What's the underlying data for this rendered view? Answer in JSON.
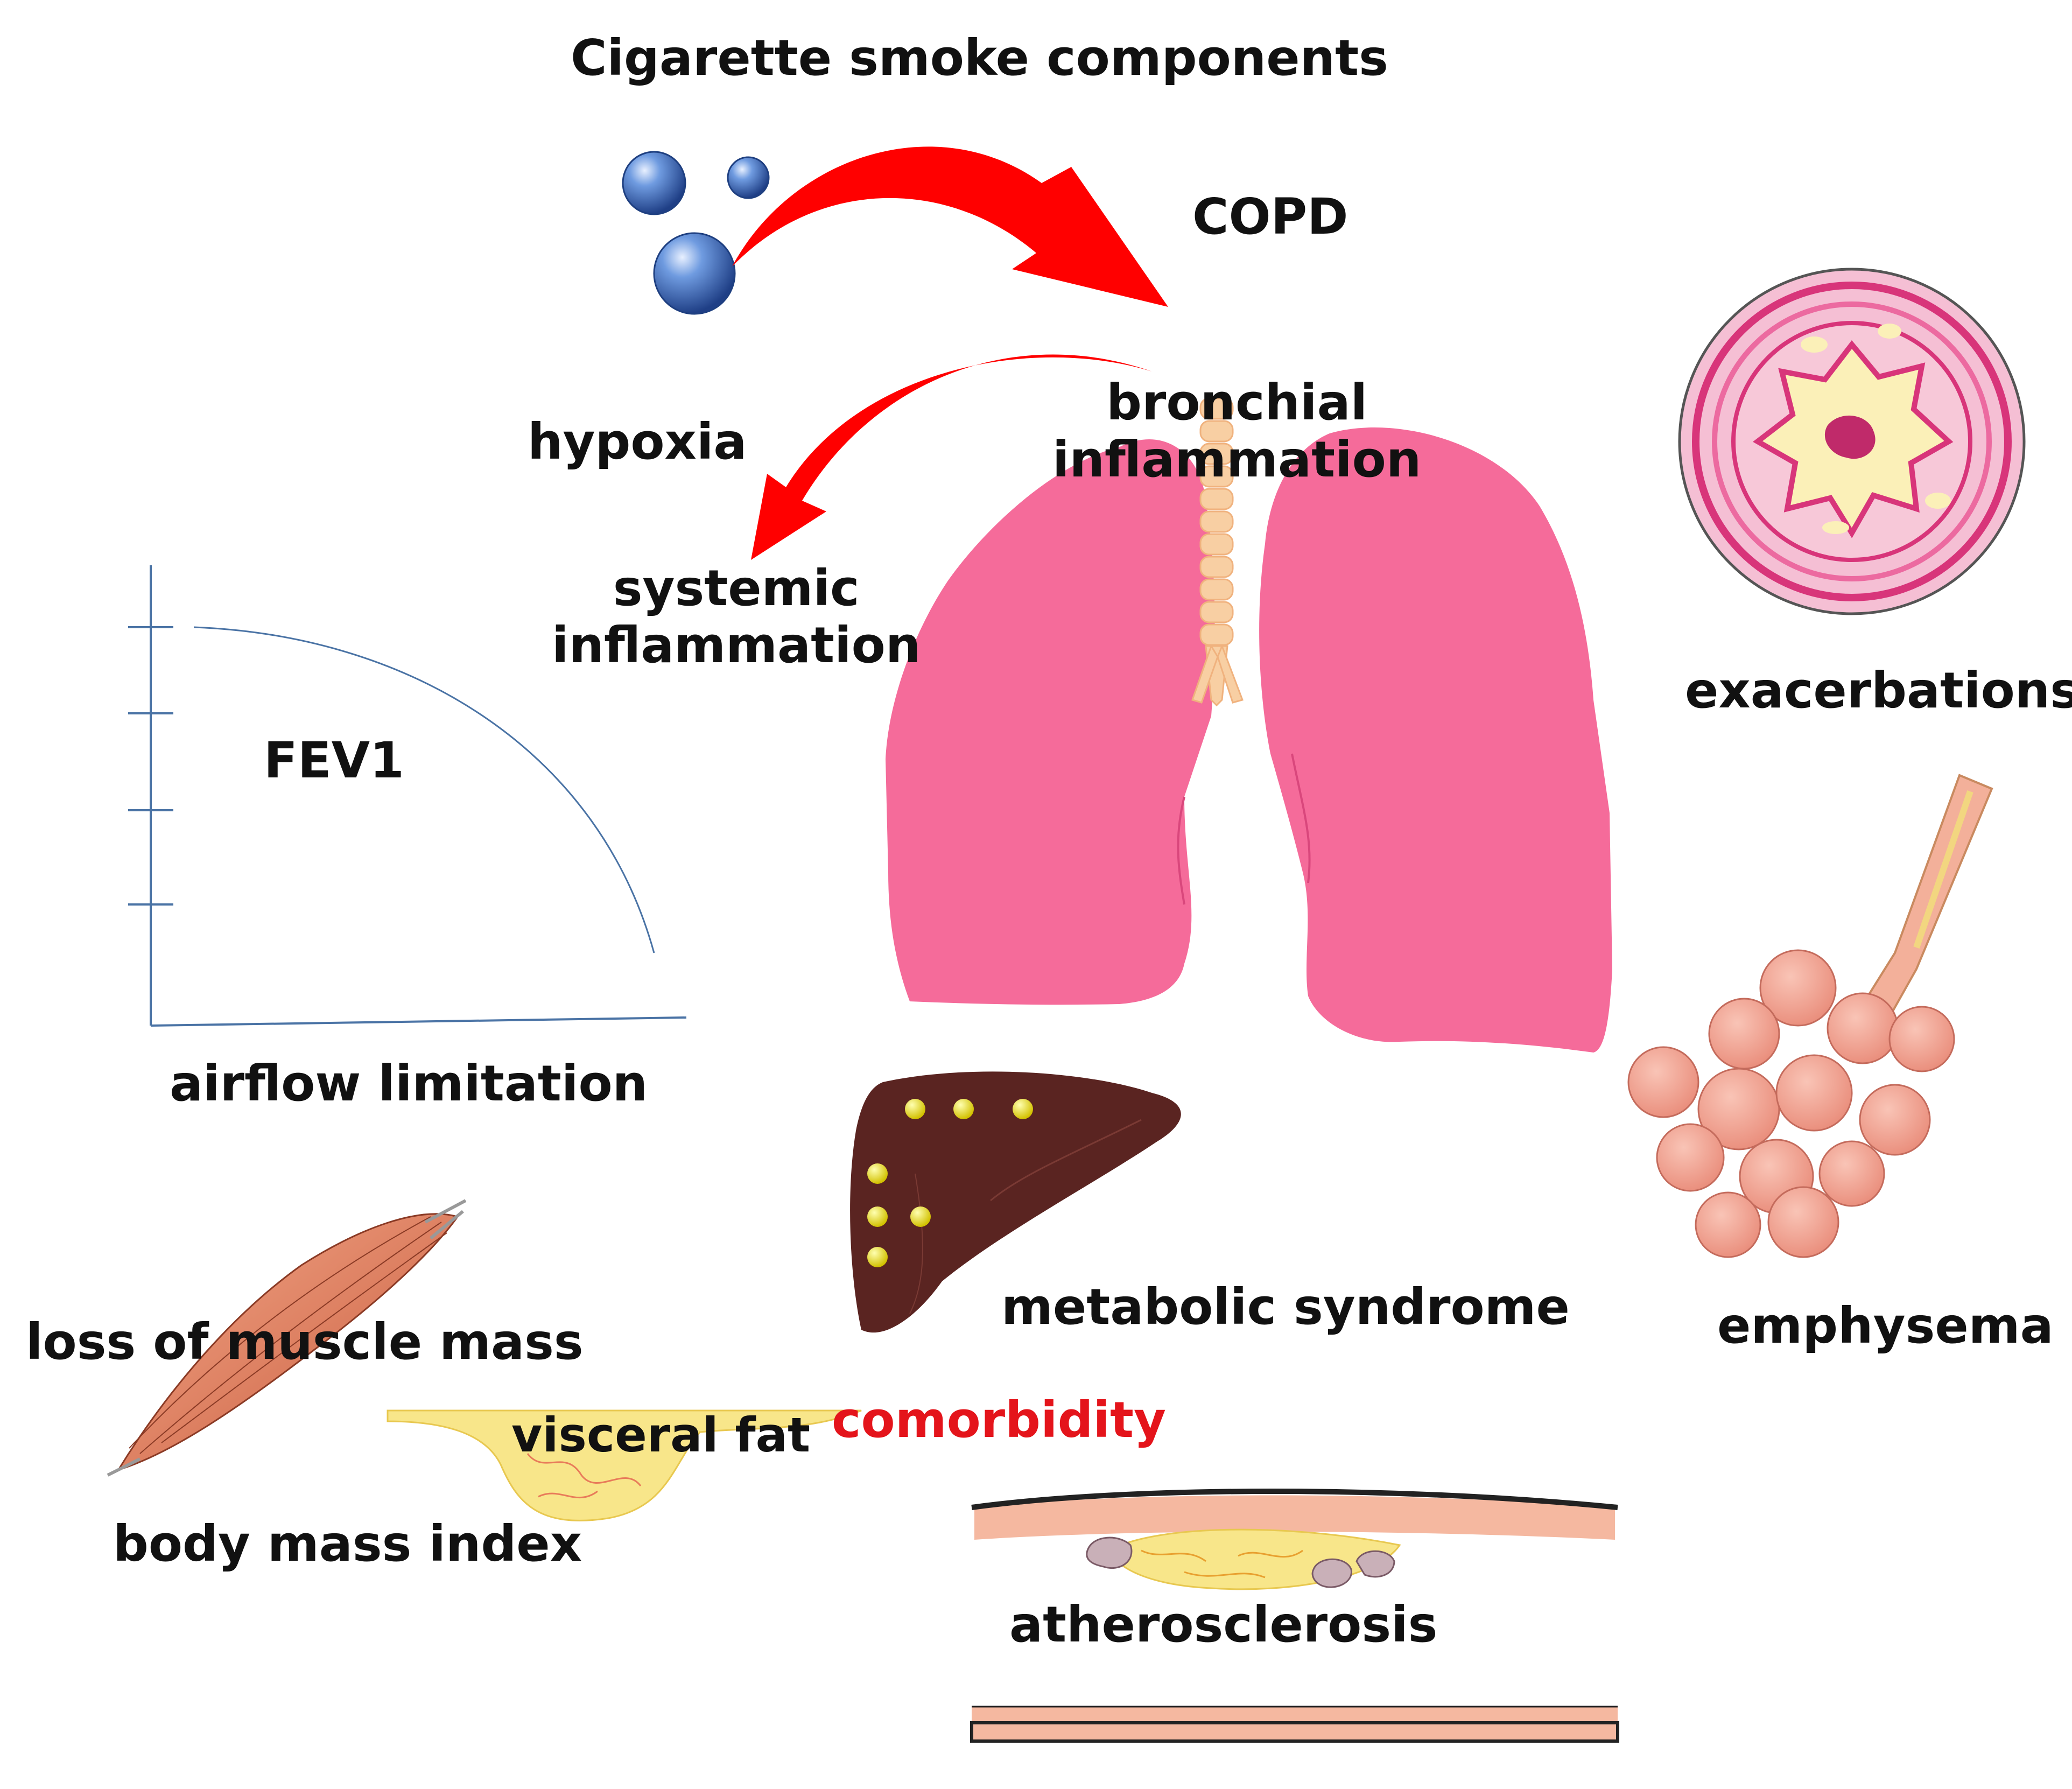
{
  "labels": {
    "title": "Cigarette smoke components",
    "copd": "COPD",
    "bronchial_line1": "bronchial",
    "bronchial_line2": "inflammation",
    "hypoxia": "hypoxia",
    "systemic_line1": "systemic",
    "systemic_line2": "inflammation",
    "fev1": "FEV1",
    "airflow": "airflow limitation",
    "exacerbations": "exacerbations",
    "emphysema": "emphysema",
    "metabolic": "metabolic syndrome",
    "muscle": "loss of muscle mass",
    "visceral": "visceral fat",
    "comorbidity": "comorbidity",
    "bmi": "body mass index",
    "athero": "atherosclerosis"
  },
  "colors": {
    "arrow": "#ff0000",
    "lung": "#f56b9a",
    "trachea": "#f8cfa3",
    "liver": "#5a2421",
    "fat": "#f8e68a",
    "comorbidity_text": "#e4141b",
    "bubble": "#3f6fb6",
    "alveoli": "#f0a090",
    "muscle": "#d9785a"
  }
}
